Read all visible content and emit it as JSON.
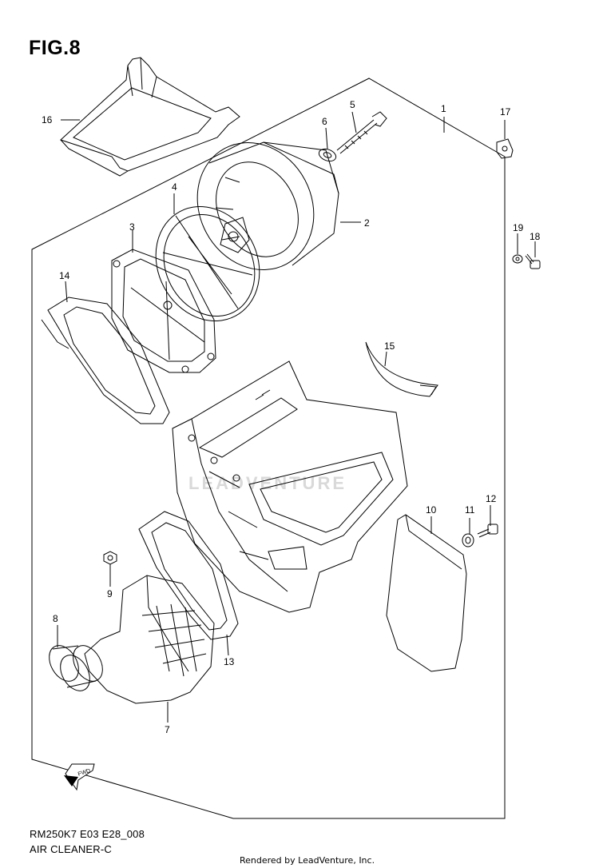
{
  "figure": {
    "title": "FIG.8"
  },
  "callouts": [
    "1",
    "2",
    "3",
    "4",
    "5",
    "6",
    "7",
    "8",
    "9",
    "10",
    "11",
    "12",
    "13",
    "14",
    "15",
    "16",
    "17",
    "18",
    "19"
  ],
  "footer": {
    "model_code": "RM250K7 E03 E28_008",
    "section_name": "AIR CLEANER-C",
    "credit": "Rendered by LeadVenture, Inc."
  },
  "fwd_label": "FWD",
  "watermark_text": "LEADVENTURE"
}
